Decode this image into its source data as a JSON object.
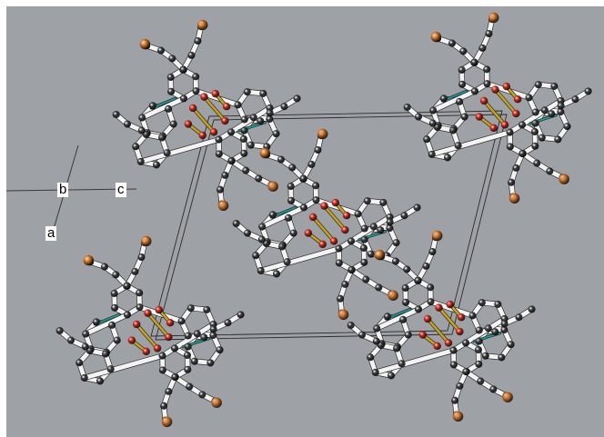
{
  "figure": {
    "background_color": "#9ea2a6",
    "frame_color": "#ffffff",
    "atom_colors": {
      "carbon": "#3b3c3f",
      "oxygen": "#d7261c",
      "bromine": "#e07a25"
    },
    "bond_colors": {
      "carbon_bond": "#f3f3f3",
      "sulfur_bond": "#c8a21e",
      "hydrogen_bond": "#1a9c95"
    },
    "unit_cell_color": "#2b2b2b"
  },
  "axes": {
    "labels": {
      "b": "b",
      "c": "c",
      "a": "a"
    }
  }
}
